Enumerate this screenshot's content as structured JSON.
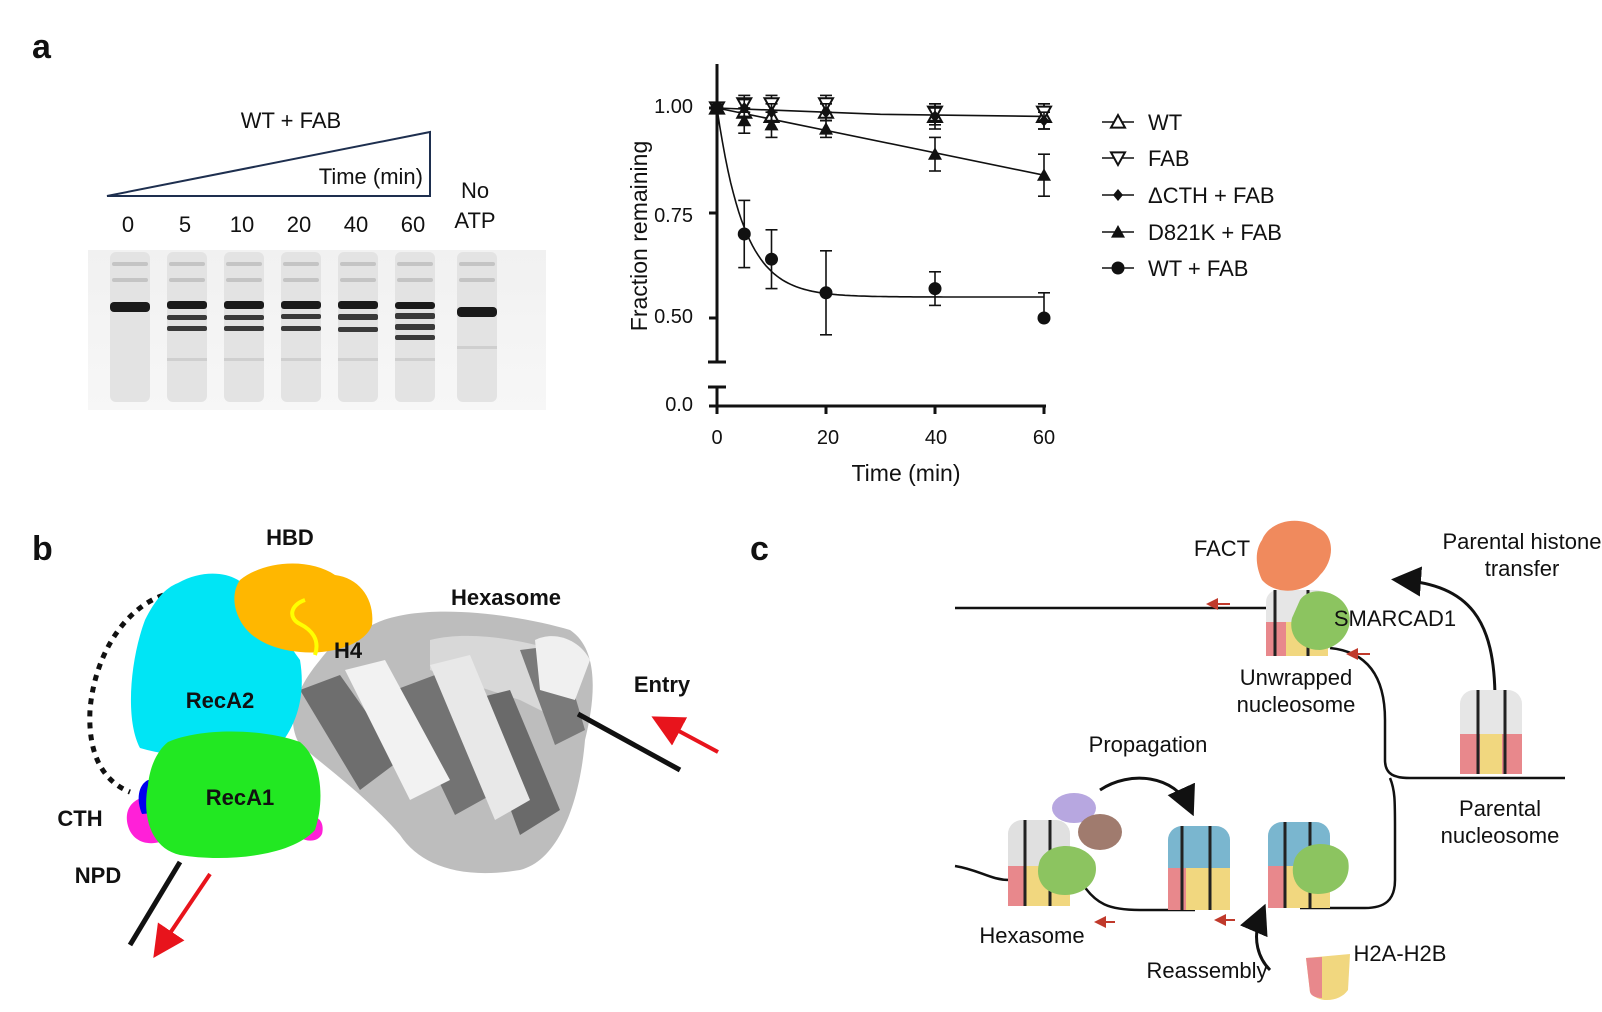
{
  "panels": {
    "a": "a",
    "b": "b",
    "c": "c"
  },
  "gel": {
    "title": "WT + FAB",
    "time_label": "Time (min)",
    "lanes": [
      "0",
      "5",
      "10",
      "20",
      "40",
      "60"
    ],
    "no_atp_line1": "No",
    "no_atp_line2": "ATP"
  },
  "chart_data": {
    "type": "scatter",
    "xlabel": "Time (min)",
    "ylabel": "Fraction remaining",
    "x_ticks": [
      "0",
      "20",
      "40",
      "60"
    ],
    "y_ticks": [
      "0.50",
      "0.75",
      "1.00",
      "0.0"
    ],
    "xlim": [
      0,
      60
    ],
    "ylim": [
      0,
      1.1
    ],
    "axis_break": [
      0.05,
      0.45
    ],
    "legend_position": "right",
    "x": [
      0,
      5,
      10,
      20,
      40,
      60
    ],
    "series": [
      {
        "name": "WT",
        "marker": "triangle-open",
        "values": [
          1.0,
          0.99,
          0.98,
          0.99,
          0.98,
          0.98
        ],
        "errors": [
          0.0,
          0.03,
          0.03,
          0.02,
          0.03,
          0.03
        ]
      },
      {
        "name": "FAB",
        "marker": "triangle-down-open",
        "values": [
          1.0,
          1.01,
          1.01,
          1.01,
          0.99,
          0.99
        ],
        "errors": [
          0.0,
          0.02,
          0.02,
          0.02,
          0.02,
          0.02
        ]
      },
      {
        "name": "ΔCTH + FAB",
        "marker": "diamond",
        "values": [
          1.0,
          1.0,
          0.99,
          0.99,
          0.98,
          0.97
        ],
        "errors": [
          0.0,
          0.02,
          0.02,
          0.02,
          0.02,
          0.02
        ]
      },
      {
        "name": "D821K + FAB",
        "marker": "triangle",
        "values": [
          1.0,
          0.97,
          0.96,
          0.95,
          0.89,
          0.84
        ],
        "errors": [
          0.0,
          0.03,
          0.03,
          0.02,
          0.04,
          0.05
        ]
      },
      {
        "name": "WT + FAB",
        "marker": "circle",
        "values": [
          1.0,
          0.7,
          0.64,
          0.56,
          0.57,
          0.5
        ],
        "errors": [
          0.0,
          0.08,
          0.07,
          0.1,
          0.04,
          0.06
        ]
      }
    ],
    "fits": [
      {
        "series": "WT",
        "values": [
          1.0,
          0.985,
          0.98
        ]
      },
      {
        "series": "D821K + FAB",
        "values": [
          1.0,
          0.84
        ]
      },
      {
        "series": "WT + FAB",
        "plateau": 0.55,
        "rate": 0.2
      }
    ]
  },
  "structure": {
    "hbd": "HBD",
    "h4": "H4",
    "hexasome": "Hexasome",
    "entry": "Entry",
    "recA2": "RecA2",
    "recA1": "RecA1",
    "cth": "CTH",
    "npd": "NPD"
  },
  "model": {
    "fact": "FACT",
    "smarcad1": "SMARCAD1",
    "parental_transfer_1": "Parental histone",
    "parental_transfer_2": "transfer",
    "unwrapped_1": "Unwrapped",
    "unwrapped_2": "nucleosome",
    "propagation": "Propagation",
    "parental_1": "Parental",
    "parental_2": "nucleosome",
    "hexasome": "Hexasome",
    "reassembly": "Reassembly",
    "h2a_h2b": "H2A-H2B"
  },
  "colors": {
    "recA2": "#00e5f5",
    "recA1": "#22e822",
    "hbd": "#ffb700",
    "h4": "#ffff00",
    "cth": "#0000ee",
    "npd": "#ff20d8",
    "arrow": "#e8141c",
    "fact": "#f08a5d",
    "smarcad1": "#8cc460",
    "gel_line": "#1e2f4f"
  }
}
